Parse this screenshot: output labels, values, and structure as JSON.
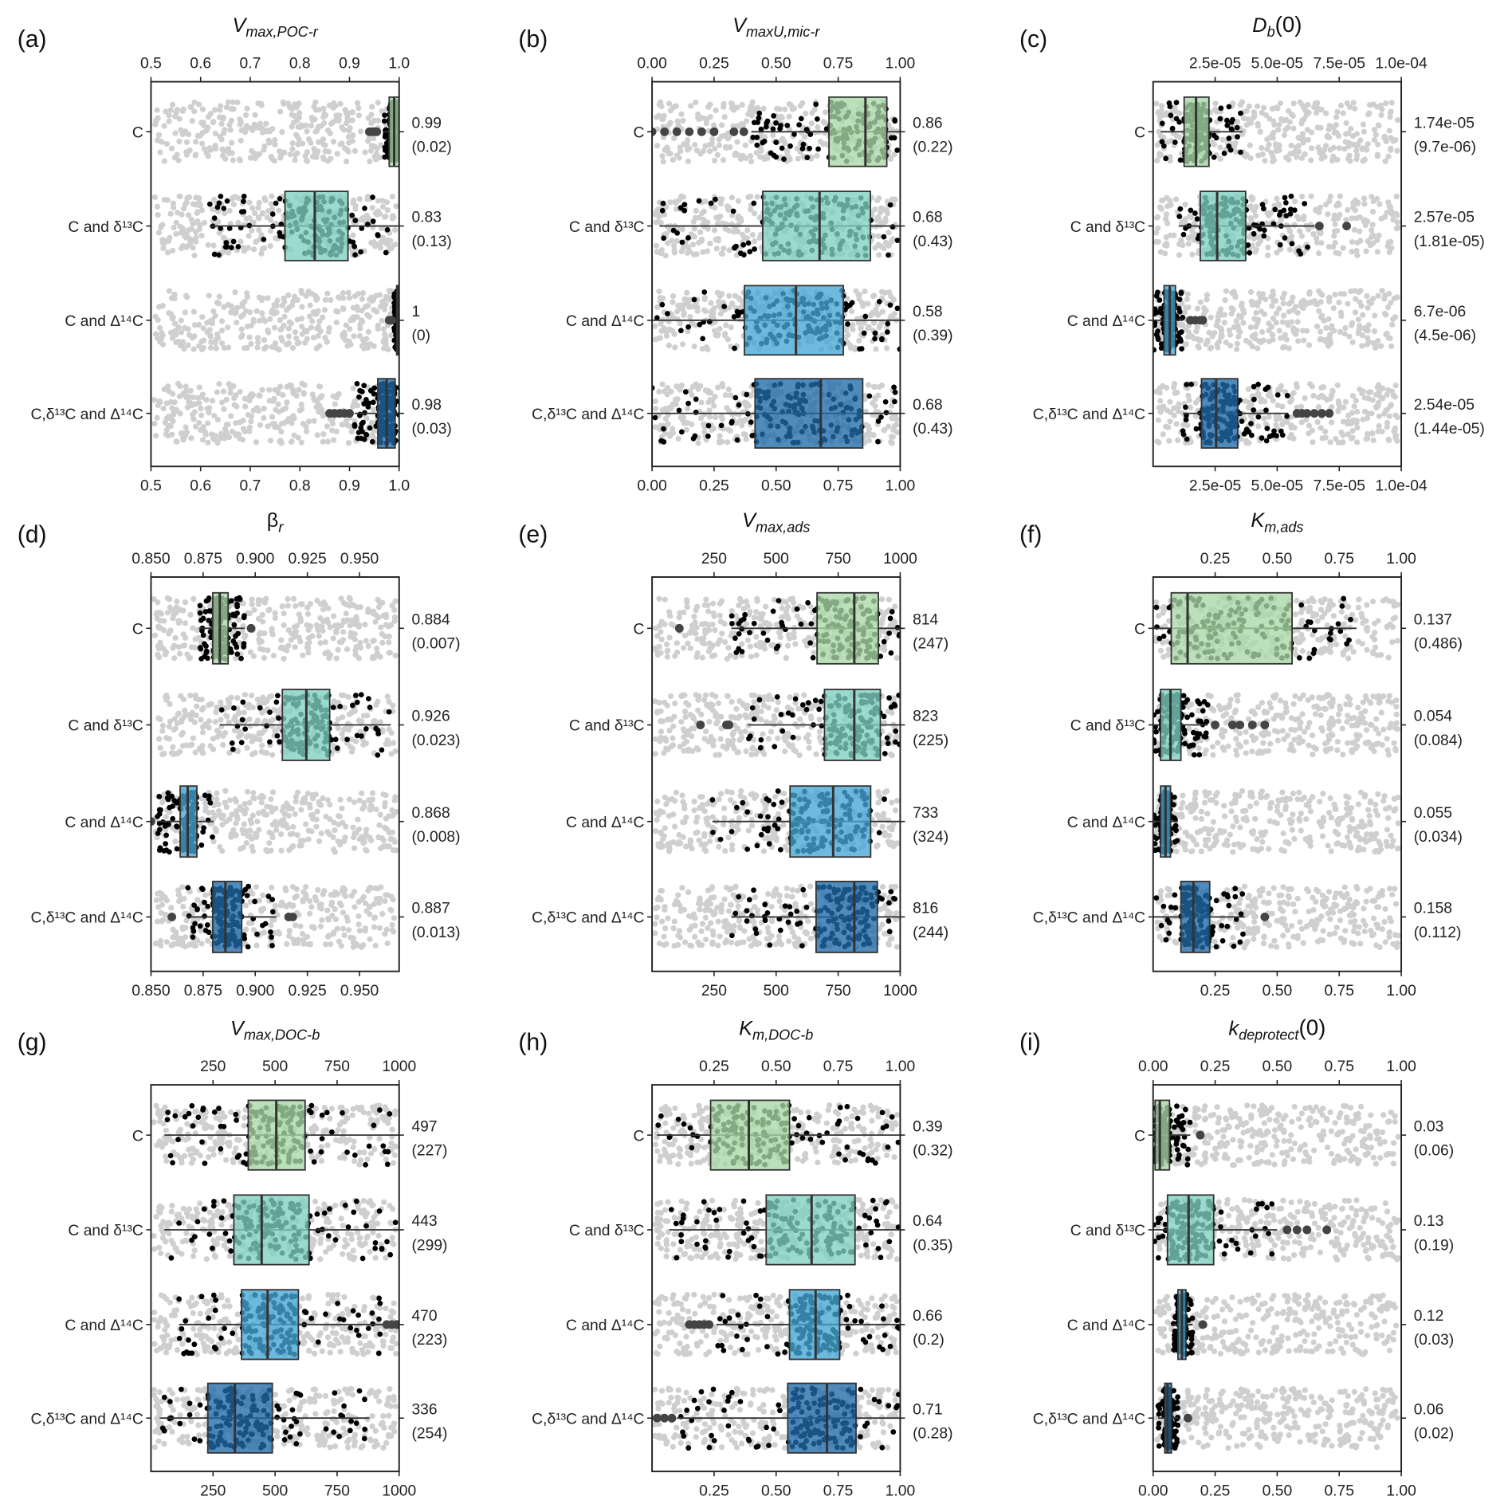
{
  "chart_data": [
    {
      "panel": "(a)",
      "type": "box",
      "title": {
        "main": "V",
        "sub": "max,POC-r",
        "suffix": ""
      },
      "xlim": [
        0.5,
        1.0
      ],
      "ticks": [
        0.5,
        0.6,
        0.7,
        0.8,
        0.9,
        1.0
      ],
      "tick_labels": [
        "0.5",
        "0.6",
        "0.7",
        "0.8",
        "0.9",
        "1.0"
      ],
      "groups": [
        {
          "label": "C",
          "mean_label": "0.99",
          "sd_label": "(0.02)",
          "q1": 0.98,
          "median": 0.99,
          "q3": 1.0,
          "whisker_low": 0.97,
          "whisker_high": 1.0,
          "outliers": [
            0.94,
            0.945,
            0.95,
            0.955
          ]
        },
        {
          "label": "C and δ¹³C",
          "mean_label": "0.83",
          "sd_label": "(0.13)",
          "q1": 0.77,
          "median": 0.83,
          "q3": 0.897,
          "whisker_low": 0.618,
          "whisker_high": 1.0,
          "outliers": []
        },
        {
          "label": "C and Δ¹⁴C",
          "mean_label": "1",
          "sd_label": "(0)",
          "q1": 0.995,
          "median": 0.999,
          "q3": 1.0,
          "whisker_low": 0.99,
          "whisker_high": 1.0,
          "outliers": [
            0.98,
            0.985
          ]
        },
        {
          "label": "C,δ¹³C and Δ¹⁴C",
          "mean_label": "0.98",
          "sd_label": "(0.03)",
          "q1": 0.957,
          "median": 0.975,
          "q3": 0.992,
          "whisker_low": 0.91,
          "whisker_high": 1.0,
          "outliers": [
            0.86,
            0.87,
            0.88,
            0.89,
            0.9
          ]
        }
      ]
    },
    {
      "panel": "(b)",
      "type": "box",
      "title": {
        "main": "V",
        "sub": "maxU,mic-r",
        "suffix": ""
      },
      "xlim": [
        0,
        1
      ],
      "ticks": [
        0,
        0.25,
        0.5,
        0.75,
        1.0
      ],
      "tick_labels": [
        "0.00",
        "0.25",
        "0.50",
        "0.75",
        "1.00"
      ],
      "groups": [
        {
          "label": "C",
          "mean_label": "0.86",
          "sd_label": "(0.22)",
          "q1": 0.713,
          "median": 0.86,
          "q3": 0.946,
          "whisker_low": 0.4,
          "whisker_high": 1.0,
          "outliers": [
            0.0,
            0.05,
            0.1,
            0.15,
            0.2,
            0.25,
            0.33,
            0.37
          ]
        },
        {
          "label": "C and δ¹³C",
          "mean_label": "0.68",
          "sd_label": "(0.43)",
          "q1": 0.446,
          "median": 0.675,
          "q3": 0.88,
          "whisker_low": 0.03,
          "whisker_high": 1.0,
          "outliers": []
        },
        {
          "label": "C and Δ¹⁴C",
          "mean_label": "0.58",
          "sd_label": "(0.39)",
          "q1": 0.372,
          "median": 0.58,
          "q3": 0.771,
          "whisker_low": 0.0,
          "whisker_high": 1.0,
          "outliers": []
        },
        {
          "label": "C,δ¹³C and Δ¹⁴C",
          "mean_label": "0.68",
          "sd_label": "(0.43)",
          "q1": 0.415,
          "median": 0.68,
          "q3": 0.849,
          "whisker_low": 0.0,
          "whisker_high": 1.0,
          "outliers": []
        }
      ]
    },
    {
      "panel": "(c)",
      "type": "box",
      "title": {
        "main": "D",
        "sub": "b",
        "suffix": "(0)"
      },
      "xlim": [
        0,
        0.0001
      ],
      "ticks": [
        2.5e-05,
        5e-05,
        7.5e-05,
        0.0001
      ],
      "tick_labels": [
        "2.5e-05",
        "5.0e-05",
        "7.5e-05",
        "1.0e-04"
      ],
      "groups": [
        {
          "label": "C",
          "mean_label": "1.74e-05",
          "sd_label": "(9.7e-06)",
          "q1": 1.25e-05,
          "median": 1.73e-05,
          "q3": 2.25e-05,
          "whisker_low": 3.1e-06,
          "whisker_high": 3.6e-05,
          "outliers": []
        },
        {
          "label": "C and δ¹³C",
          "mean_label": "2.57e-05",
          "sd_label": "(1.81e-05)",
          "q1": 1.9e-05,
          "median": 2.58e-05,
          "q3": 3.73e-05,
          "whisker_low": 1.03e-05,
          "whisker_high": 6.5e-05,
          "outliers": [
            6.7e-05,
            7.8e-05
          ]
        },
        {
          "label": "C and Δ¹⁴C",
          "mean_label": "6.7e-06",
          "sd_label": "(4.5e-06)",
          "q1": 4.4e-06,
          "median": 6.7e-06,
          "q3": 9e-06,
          "whisker_low": 0.0,
          "whisker_high": 1.2e-05,
          "outliers": [
            1.5e-05,
            1.7e-05,
            1.9e-05,
            2e-05
          ]
        },
        {
          "label": "C,δ¹³C and Δ¹⁴C",
          "mean_label": "2.54e-05",
          "sd_label": "(1.44e-05)",
          "q1": 1.95e-05,
          "median": 2.54e-05,
          "q3": 3.41e-05,
          "whisker_low": 1.2e-05,
          "whisker_high": 5.45e-05,
          "outliers": [
            5.8e-05,
            6e-05,
            6.2e-05,
            6.5e-05,
            6.8e-05,
            7.1e-05
          ]
        }
      ]
    },
    {
      "panel": "(d)",
      "type": "box",
      "title": {
        "main": "β",
        "sub": "r",
        "suffix": ""
      },
      "xlim": [
        0.85,
        0.969
      ],
      "ticks": [
        0.85,
        0.875,
        0.9,
        0.925,
        0.95
      ],
      "tick_labels": [
        "0.850",
        "0.875",
        "0.900",
        "0.925",
        "0.950"
      ],
      "groups": [
        {
          "label": "C",
          "mean_label": "0.884",
          "sd_label": "(0.007)",
          "q1": 0.8796,
          "median": 0.883,
          "q3": 0.887,
          "whisker_low": 0.873,
          "whisker_high": 0.895,
          "outliers": [
            0.898
          ]
        },
        {
          "label": "C and δ¹³C",
          "mean_label": "0.926",
          "sd_label": "(0.023)",
          "q1": 0.913,
          "median": 0.9245,
          "q3": 0.9357,
          "whisker_low": 0.883,
          "whisker_high": 0.965,
          "outliers": []
        },
        {
          "label": "C and Δ¹⁴C",
          "mean_label": "0.868",
          "sd_label": "(0.008)",
          "q1": 0.864,
          "median": 0.8676,
          "q3": 0.872,
          "whisker_low": 0.853,
          "whisker_high": 0.88,
          "outliers": [
            0.85
          ]
        },
        {
          "label": "C,δ¹³C and Δ¹⁴C",
          "mean_label": "0.887",
          "sd_label": "(0.013)",
          "q1": 0.8796,
          "median": 0.8857,
          "q3": 0.8935,
          "whisker_low": 0.867,
          "whisker_high": 0.91,
          "outliers": [
            0.86,
            0.916,
            0.918
          ]
        }
      ]
    },
    {
      "panel": "(e)",
      "type": "box",
      "title": {
        "main": "V",
        "sub": "max,ads",
        "suffix": ""
      },
      "xlim": [
        0,
        1000
      ],
      "ticks": [
        250,
        500,
        750,
        1000
      ],
      "tick_labels": [
        "250",
        "500",
        "750",
        "1000"
      ],
      "groups": [
        {
          "label": "C",
          "mean_label": "814",
          "sd_label": "(247)",
          "q1": 665,
          "median": 815,
          "q3": 912,
          "whisker_low": 320,
          "whisker_high": 1000,
          "outliers": [
            110
          ]
        },
        {
          "label": "C and δ¹³C",
          "mean_label": "823",
          "sd_label": "(225)",
          "q1": 695,
          "median": 815,
          "q3": 920,
          "whisker_low": 386,
          "whisker_high": 1000,
          "outliers": [
            195,
            300,
            310
          ]
        },
        {
          "label": "C and Δ¹⁴C",
          "mean_label": "733",
          "sd_label": "(324)",
          "q1": 556,
          "median": 730,
          "q3": 881,
          "whisker_low": 243,
          "whisker_high": 1000,
          "outliers": []
        },
        {
          "label": "C,δ¹³C and Δ¹⁴C",
          "mean_label": "816",
          "sd_label": "(244)",
          "q1": 661,
          "median": 815,
          "q3": 908,
          "whisker_low": 320,
          "whisker_high": 1000,
          "outliers": []
        }
      ]
    },
    {
      "panel": "(f)",
      "type": "box",
      "title": {
        "main": "K",
        "sub": "m,ads",
        "suffix": ""
      },
      "xlim": [
        0,
        1
      ],
      "ticks": [
        0.25,
        0.5,
        0.75,
        1.0
      ],
      "tick_labels": [
        "0.25",
        "0.50",
        "0.75",
        "1.00"
      ],
      "groups": [
        {
          "label": "C",
          "mean_label": "0.137",
          "sd_label": "(0.486)",
          "q1": 0.073,
          "median": 0.139,
          "q3": 0.56,
          "whisker_low": 0.0,
          "whisker_high": 0.82,
          "outliers": []
        },
        {
          "label": "C and δ¹³C",
          "mean_label": "0.054",
          "sd_label": "(0.084)",
          "q1": 0.03,
          "median": 0.07,
          "q3": 0.112,
          "whisker_low": 0.0,
          "whisker_high": 0.22,
          "outliers": [
            0.25,
            0.32,
            0.35,
            0.4,
            0.45
          ]
        },
        {
          "label": "C and Δ¹⁴C",
          "mean_label": "0.055",
          "sd_label": "(0.034)",
          "q1": 0.03,
          "median": 0.05,
          "q3": 0.07,
          "whisker_low": 0.0,
          "whisker_high": 0.1,
          "outliers": []
        },
        {
          "label": "C,δ¹³C and Δ¹⁴C",
          "mean_label": "0.158",
          "sd_label": "(0.112)",
          "q1": 0.112,
          "median": 0.162,
          "q3": 0.228,
          "whisker_low": 0.0,
          "whisker_high": 0.37,
          "outliers": [
            0.45
          ]
        }
      ]
    },
    {
      "panel": "(g)",
      "type": "box",
      "title": {
        "main": "V",
        "sub": "max,DOC-b",
        "suffix": ""
      },
      "xlim": [
        0,
        1000
      ],
      "ticks": [
        250,
        500,
        750,
        1000
      ],
      "tick_labels": [
        "250",
        "500",
        "750",
        "1000"
      ],
      "groups": [
        {
          "label": "C",
          "mean_label": "497",
          "sd_label": "(227)",
          "q1": 392,
          "median": 505,
          "q3": 621,
          "whisker_low": 54,
          "whisker_high": 1000,
          "outliers": []
        },
        {
          "label": "C and δ¹³C",
          "mean_label": "443",
          "sd_label": "(299)",
          "q1": 334,
          "median": 446,
          "q3": 637,
          "whisker_low": 54,
          "whisker_high": 1000,
          "outliers": []
        },
        {
          "label": "C and Δ¹⁴C",
          "mean_label": "470",
          "sd_label": "(223)",
          "q1": 365,
          "median": 470,
          "q3": 594,
          "whisker_low": 113,
          "whisker_high": 940,
          "outliers": [
            950,
            970,
            990,
            1000
          ]
        },
        {
          "label": "C,δ¹³C and Δ¹⁴C",
          "mean_label": "336",
          "sd_label": "(254)",
          "q1": 229,
          "median": 338,
          "q3": 489,
          "whisker_low": 35,
          "whisker_high": 880,
          "outliers": []
        }
      ]
    },
    {
      "panel": "(h)",
      "type": "box",
      "title": {
        "main": "K",
        "sub": "m,DOC-b",
        "suffix": ""
      },
      "xlim": [
        0,
        1
      ],
      "ticks": [
        0.25,
        0.5,
        0.75,
        1.0
      ],
      "tick_labels": [
        "0.25",
        "0.50",
        "0.75",
        "1.00"
      ],
      "groups": [
        {
          "label": "C",
          "mean_label": "0.39",
          "sd_label": "(0.32)",
          "q1": 0.236,
          "median": 0.39,
          "q3": 0.554,
          "whisker_low": 0.02,
          "whisker_high": 1.0,
          "outliers": []
        },
        {
          "label": "C and δ¹³C",
          "mean_label": "0.64",
          "sd_label": "(0.35)",
          "q1": 0.46,
          "median": 0.643,
          "q3": 0.818,
          "whisker_low": 0.07,
          "whisker_high": 1.0,
          "outliers": []
        },
        {
          "label": "C and Δ¹⁴C",
          "mean_label": "0.66",
          "sd_label": "(0.2)",
          "q1": 0.554,
          "median": 0.659,
          "q3": 0.756,
          "whisker_low": 0.26,
          "whisker_high": 1.0,
          "outliers": [
            0.15,
            0.17,
            0.19,
            0.21,
            0.23
          ]
        },
        {
          "label": "C,δ¹³C and Δ¹⁴C",
          "mean_label": "0.71",
          "sd_label": "(0.28)",
          "q1": 0.547,
          "median": 0.705,
          "q3": 0.822,
          "whisker_low": 0.1,
          "whisker_high": 1.0,
          "outliers": [
            0.02,
            0.05,
            0.08
          ]
        }
      ]
    },
    {
      "panel": "(i)",
      "type": "box",
      "title": {
        "main": "k",
        "sub": "deprotect",
        "suffix": "(0)"
      },
      "xlim": [
        0,
        1
      ],
      "ticks": [
        0,
        0.25,
        0.5,
        0.75,
        1.0
      ],
      "tick_labels": [
        "0.00",
        "0.25",
        "0.50",
        "0.75",
        "1.00"
      ],
      "groups": [
        {
          "label": "C",
          "mean_label": "0.03",
          "sd_label": "(0.06)",
          "q1": 0.008,
          "median": 0.027,
          "q3": 0.066,
          "whisker_low": 0.0,
          "whisker_high": 0.15,
          "outliers": [
            0.19
          ]
        },
        {
          "label": "C and δ¹³C",
          "mean_label": "0.13",
          "sd_label": "(0.19)",
          "q1": 0.058,
          "median": 0.143,
          "q3": 0.244,
          "whisker_low": 0.0,
          "whisker_high": 0.5,
          "outliers": [
            0.54,
            0.58,
            0.62,
            0.7
          ]
        },
        {
          "label": "C and Δ¹⁴C",
          "mean_label": "0.12",
          "sd_label": "(0.03)",
          "q1": 0.1,
          "median": 0.116,
          "q3": 0.132,
          "whisker_low": 0.08,
          "whisker_high": 0.16,
          "outliers": [
            0.2
          ]
        },
        {
          "label": "C,δ¹³C and Δ¹⁴C",
          "mean_label": "0.06",
          "sd_label": "(0.02)",
          "q1": 0.047,
          "median": 0.058,
          "q3": 0.074,
          "whisker_low": 0.02,
          "whisker_high": 0.1,
          "outliers": [
            0.14
          ]
        }
      ]
    }
  ],
  "colors": {
    "groups": [
      "#a9d8a6",
      "#7fd0c0",
      "#45a6d6",
      "#1f6aa8"
    ],
    "jitter": "#cfcfcf",
    "points": "#000000",
    "outlier": "#444444"
  }
}
